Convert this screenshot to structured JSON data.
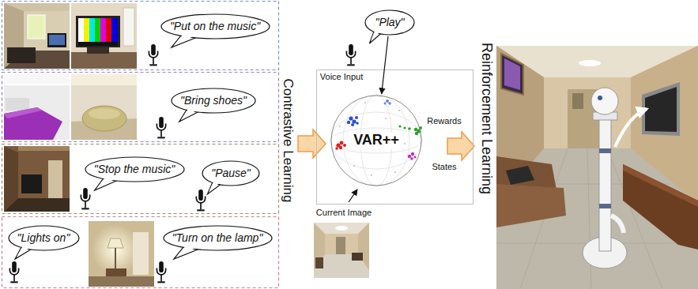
{
  "diagram": {
    "nodes": [
      {
        "text": [
          "\"Put on the music\""
        ]
      },
      {
        "text": [
          "\"Bring shoes\""
        ]
      },
      {
        "text": [
          "\"Stop the music\""
        ]
      },
      {
        "text": [
          "\"Pause\""
        ]
      },
      {
        "text": [
          "\"Lights on\""
        ]
      },
      {
        "text": [
          "\"Turn on the lamp\""
        ]
      },
      {
        "text": [
          "\"Play\""
        ]
      },
      {
        "text": [
          "VAR++"
        ]
      }
    ],
    "edges": [
      {
        "from": 6,
        "to": 7,
        "arrow": "to"
      }
    ],
    "labels": [
      "Contrastive Learning",
      "Voice Input",
      "Current Image",
      "Rewards",
      "States",
      "Reinforcement Learning"
    ]
  }
}
